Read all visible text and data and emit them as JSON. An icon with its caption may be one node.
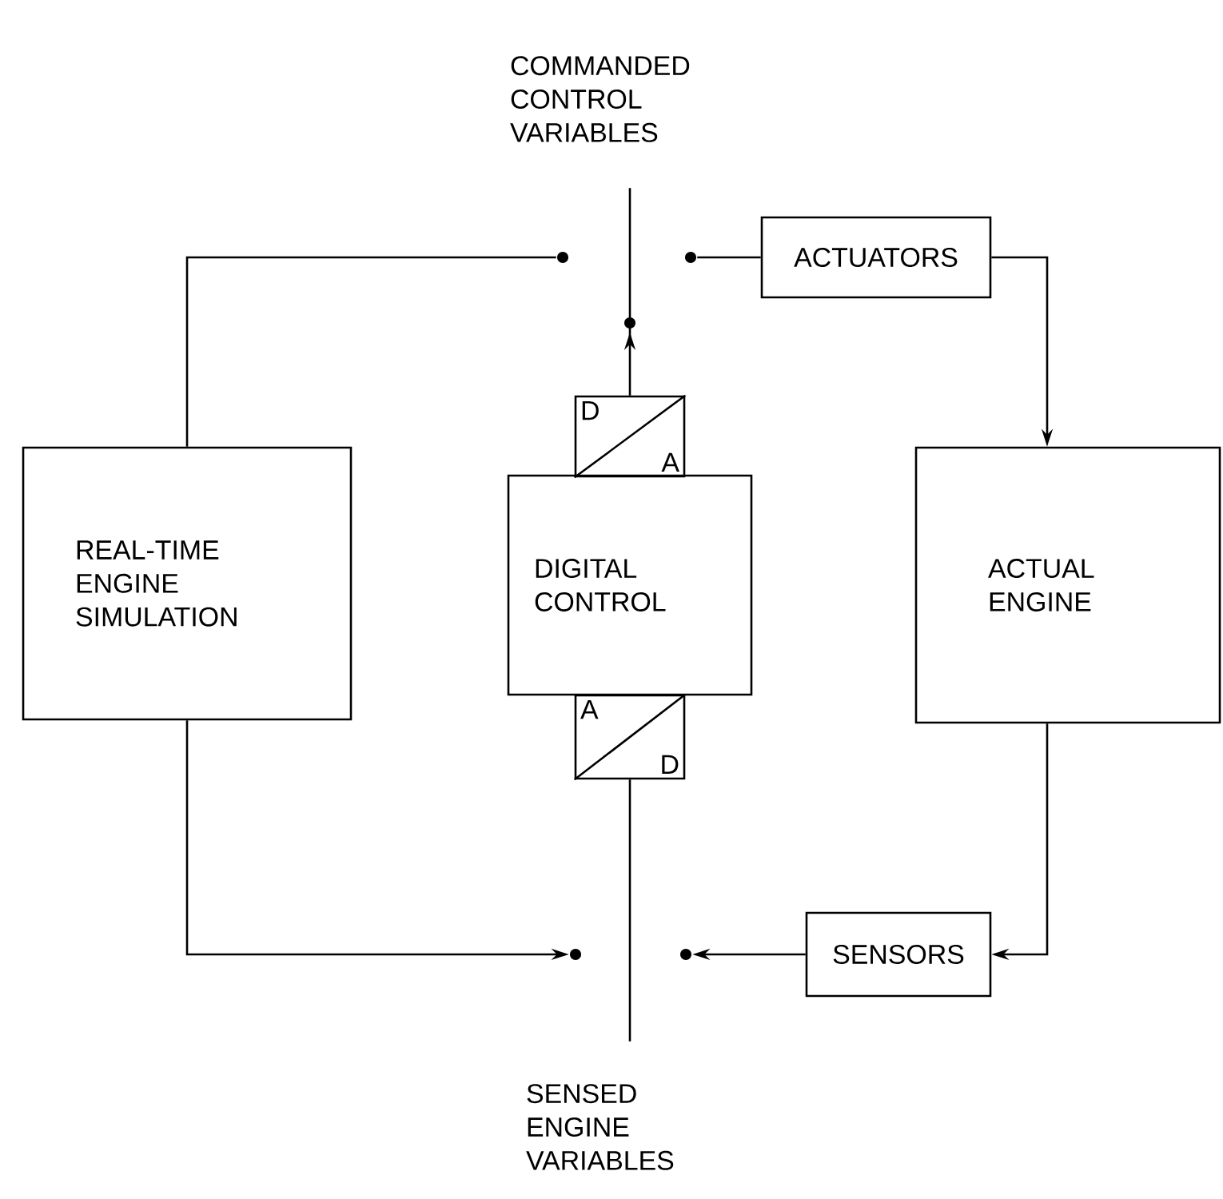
{
  "diagram": {
    "nodes": [
      {
        "text": [
          "COMMANDED CONTROL VARIABLES"
        ]
      },
      {
        "text": [],
        "shape": "circle"
      },
      {
        "text": [],
        "shape": "circle"
      },
      {
        "text": [
          "ACTUATORS"
        ]
      },
      {
        "text": [
          "D",
          "A"
        ]
      },
      {
        "text": [
          "REAL-TIME ENGINE SIMULATION"
        ]
      },
      {
        "text": [
          "DIGITAL CONTROL"
        ]
      },
      {
        "text": [
          "ACTUAL ENGINE"
        ]
      },
      {
        "text": [
          "A",
          "D"
        ]
      },
      {
        "text": [],
        "shape": "circle"
      },
      {
        "text": [],
        "shape": "circle"
      },
      {
        "text": [
          "SENSORS"
        ]
      },
      {
        "text": [
          "SENSED ENGINE VARIABLES"
        ]
      }
    ],
    "edges": [
      {
        "from": 4,
        "to": 0,
        "arrow": "to"
      },
      {
        "from": 5,
        "to": 1,
        "arrow": "none"
      },
      {
        "from": 2,
        "to": 3,
        "arrow": "none"
      },
      {
        "from": 3,
        "to": 7,
        "arrow": "to"
      },
      {
        "from": 7,
        "to": 11,
        "arrow": "to"
      },
      {
        "from": 11,
        "to": 10,
        "arrow": "to"
      },
      {
        "from": 5,
        "to": 9,
        "arrow": "to"
      },
      {
        "from": 8,
        "to": 12,
        "arrow": "none"
      }
    ]
  }
}
